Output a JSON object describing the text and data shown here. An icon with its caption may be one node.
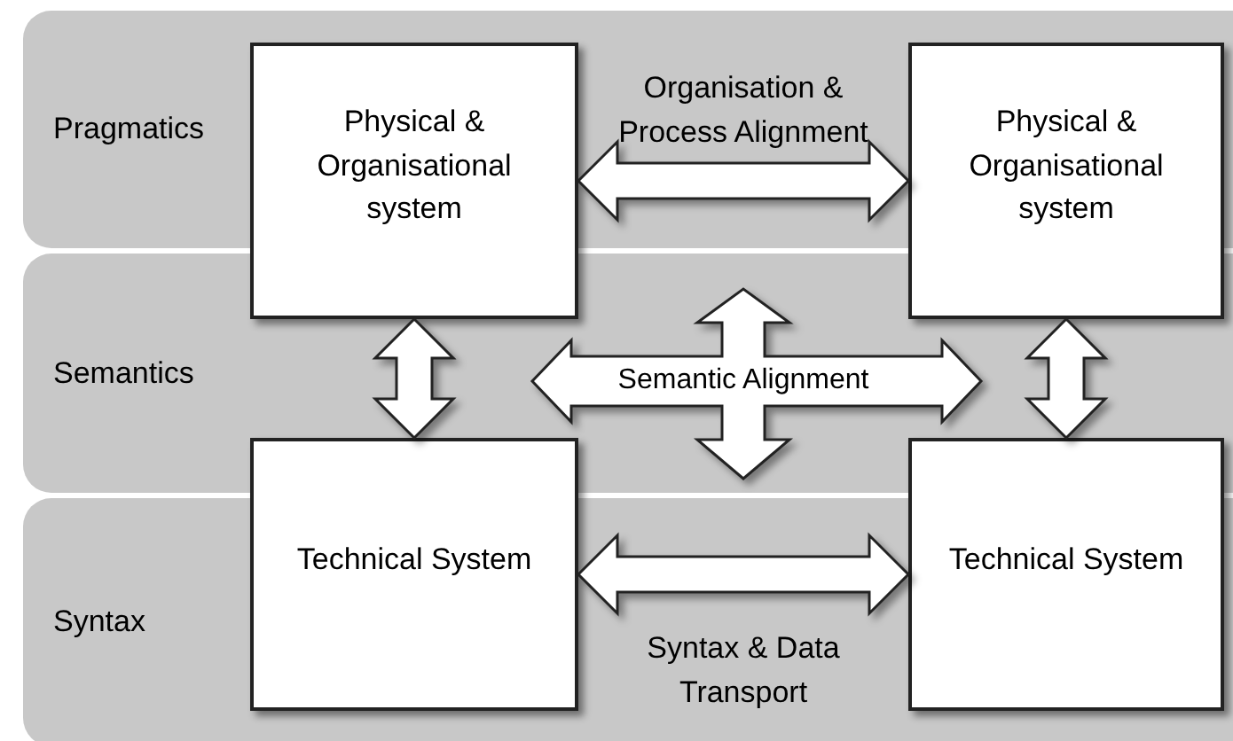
{
  "diagram": {
    "nodes": [
      {
        "text": [
          "Pragmatics"
        ]
      },
      {
        "text": [
          "Semantics"
        ]
      },
      {
        "text": [
          "Syntax"
        ]
      },
      {
        "text": [
          "Physical & Organisational system"
        ]
      },
      {
        "text": [
          "Physical & Organisational system"
        ]
      },
      {
        "text": [
          "Technical System"
        ]
      },
      {
        "text": [
          "Technical System"
        ]
      }
    ],
    "edges": [
      {
        "from": 3,
        "to": 4,
        "arrow": "both",
        "label": "Organisation & Process Alignment"
      },
      {
        "from": 3,
        "to": 5,
        "arrow": "both"
      },
      {
        "from": 4,
        "to": 6,
        "arrow": "both"
      },
      {
        "from": 5,
        "to": 6,
        "arrow": "both",
        "label": "Syntax & Data Transport"
      }
    ],
    "labels": [
      "Semantic Alignment"
    ]
  }
}
